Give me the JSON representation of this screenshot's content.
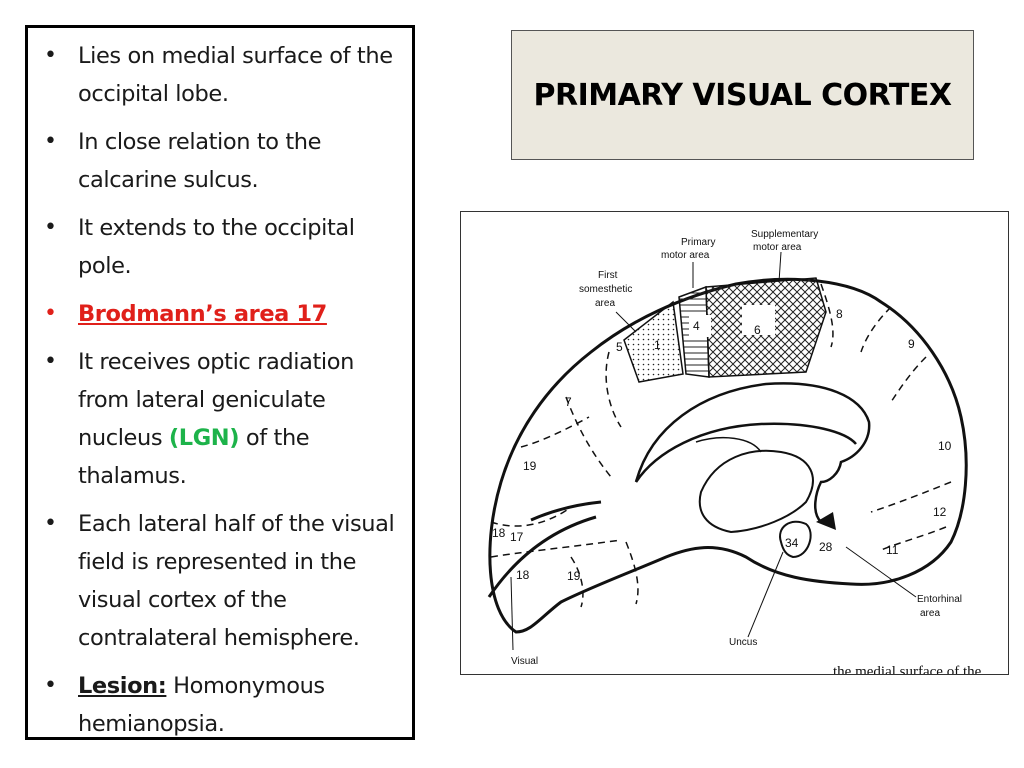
{
  "title": "PRIMARY VISUAL CORTEX",
  "bullets": {
    "b1": "Lies on medial surface of the occipital lobe.",
    "b2": "In close relation to the calcarine sulcus.",
    "b3": "It extends to the occipital pole.",
    "b4": "Brodmann’s area 17",
    "b5_pre": "It receives optic radiation from lateral geniculate nucleus ",
    "b5_lgn": "(LGN)",
    "b5_post": " of the thalamus.",
    "b6": "Each lateral half of the visual field is represented in the visual cortex of the contralateral hemisphere.",
    "b7_label": "Lesion:",
    "b7_text": " Homonymous hemianopsia."
  },
  "figure": {
    "labels": {
      "primary_motor_1": "Primary",
      "primary_motor_2": "motor area",
      "supp_motor_1": "Supplementary",
      "supp_motor_2": "motor area",
      "first_soma_1": "First",
      "first_soma_2": "somesthetic",
      "first_soma_3": "area",
      "entorhinal_1": "Entorhinal",
      "entorhinal_2": "area",
      "uncus": "Uncus",
      "visual": "Visual",
      "caption": "the medial surface of the"
    },
    "areas": {
      "a4": "4",
      "a5": "5",
      "a6": "6",
      "a7": "7",
      "a8": "8",
      "a9": "9",
      "a10": "10",
      "a11": "11",
      "a12": "12",
      "a19a": "19",
      "a19b": "19",
      "a18a": "18",
      "a17": "17",
      "a18b": "18",
      "a1": "1",
      "a34": "34",
      "a28": "28"
    }
  }
}
